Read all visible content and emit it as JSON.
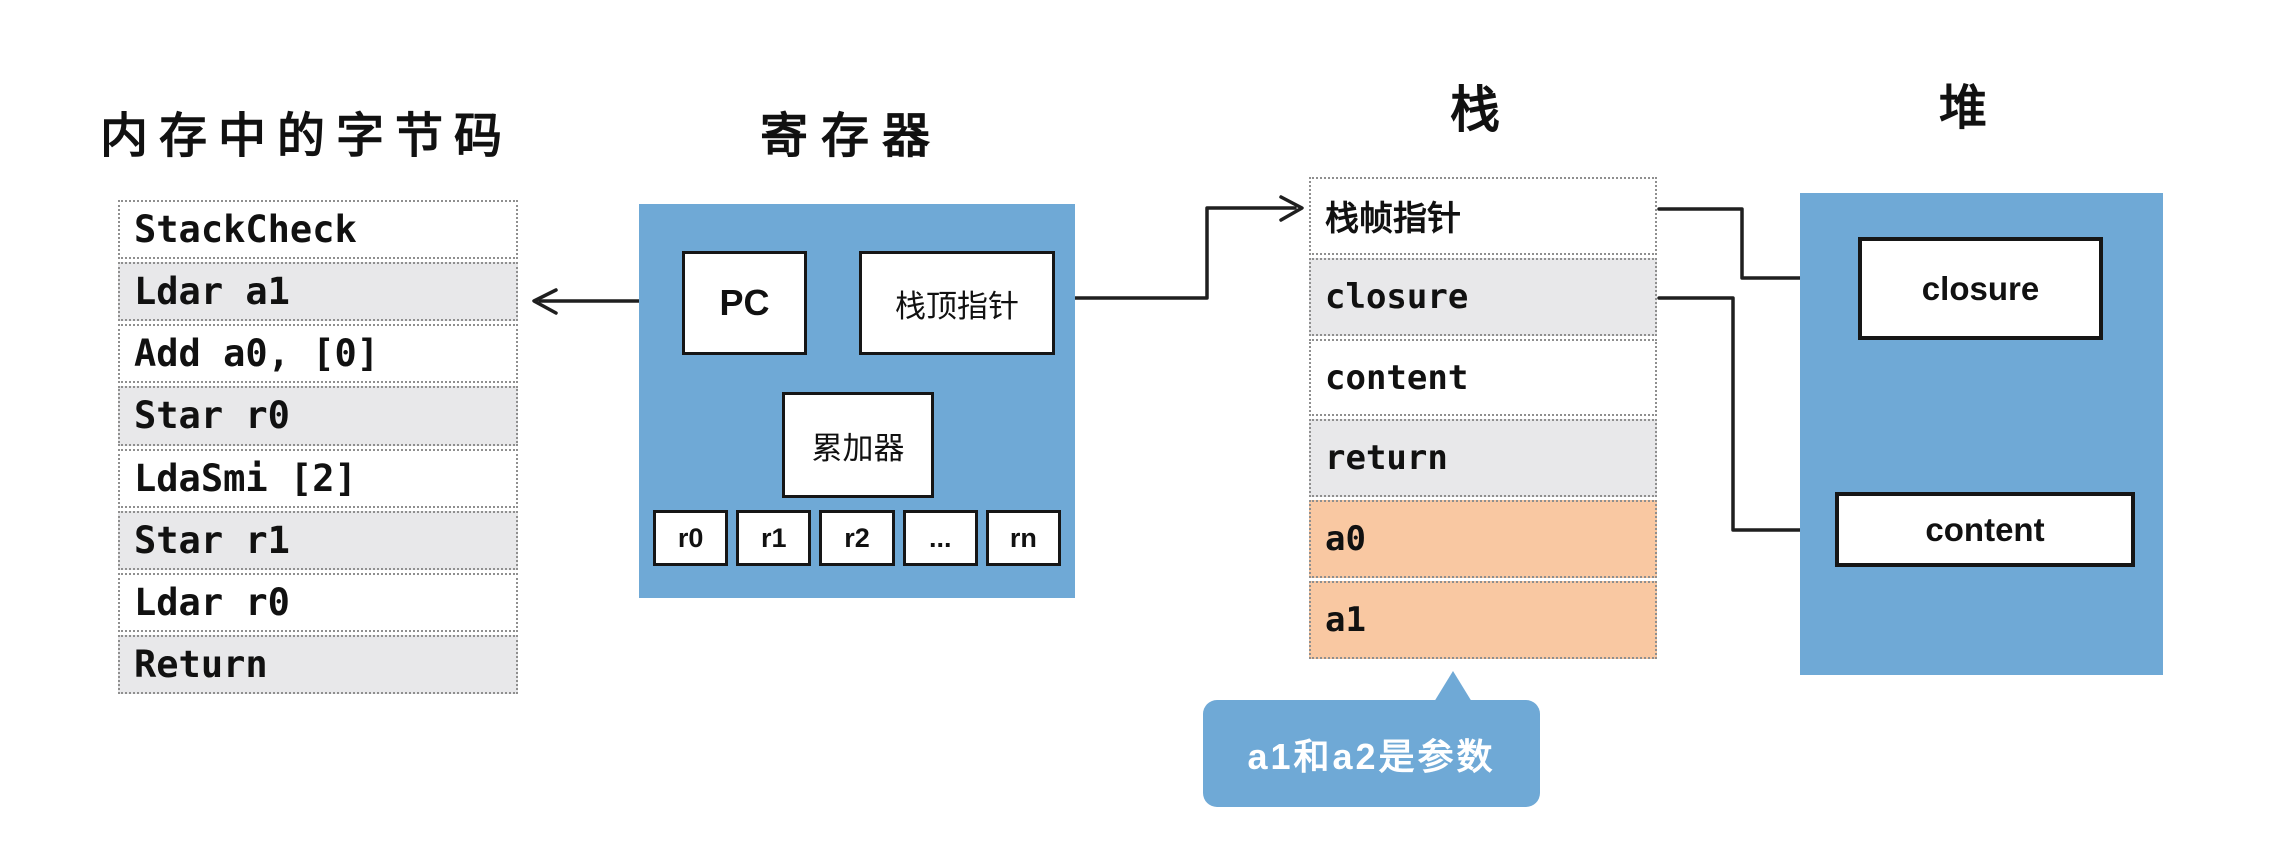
{
  "colors": {
    "blue": "#6fa9d6",
    "row-gray": "#e8e8ea",
    "row-orange": "#f9c8a2",
    "dotted": "#8f8f8f"
  },
  "bytecode": {
    "title": "内存中的字节码",
    "rows": [
      {
        "label": "StackCheck",
        "bg": "white"
      },
      {
        "label": "Ldar a1",
        "bg": "gray"
      },
      {
        "label": "Add a0, [0]",
        "bg": "white"
      },
      {
        "label": "Star r0",
        "bg": "gray"
      },
      {
        "label": "LdaSmi [2]",
        "bg": "white"
      },
      {
        "label": "Star r1",
        "bg": "gray"
      },
      {
        "label": "Ldar r0",
        "bg": "white"
      },
      {
        "label": "Return",
        "bg": "gray"
      }
    ]
  },
  "registers": {
    "title": "寄存器",
    "pc_label": "PC",
    "stack_top_pointer_label": "栈顶指针",
    "accumulator_label": "累加器",
    "general_registers": [
      "r0",
      "r1",
      "r2",
      "...",
      "rn"
    ]
  },
  "stack": {
    "title": "栈",
    "rows": [
      {
        "label": "栈帧指针",
        "bg": "white"
      },
      {
        "label": "closure",
        "bg": "gray"
      },
      {
        "label": "content",
        "bg": "white"
      },
      {
        "label": "return",
        "bg": "gray"
      },
      {
        "label": "a0",
        "bg": "orange"
      },
      {
        "label": "a1",
        "bg": "orange"
      }
    ]
  },
  "heap": {
    "title": "堆",
    "closure_label": "closure",
    "content_label": "content"
  },
  "callout": {
    "text": "a1和a2是参数"
  }
}
